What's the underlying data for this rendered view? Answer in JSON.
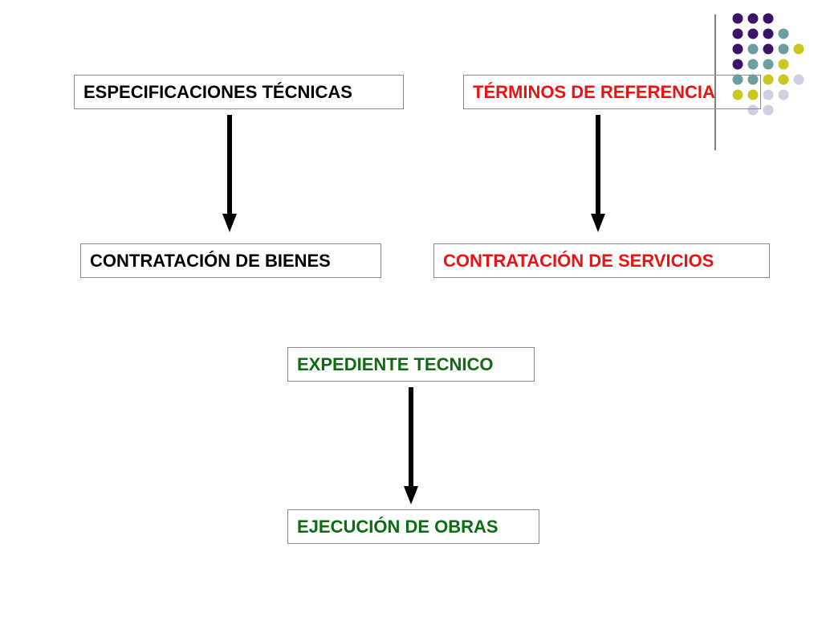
{
  "colors": {
    "black_text": "#000000",
    "red_text": "#ee1111",
    "green_text": "#0e6b12",
    "box_border": "#8a8a8a",
    "dot_purple": "#3a1466",
    "dot_teal": "#6b9ea0",
    "dot_yellow": "#c9c820",
    "dot_lavender": "#cfcfe4"
  },
  "boxes": {
    "especificaciones": "ESPECIFICACIONES TÉCNICAS",
    "terminos": "TÉRMINOS DE REFERENCIA",
    "contratacion_bienes": "CONTRATACIÓN DE BIENES",
    "contratacion_servicios": "CONTRATACIÓN DE SERVICIOS",
    "expediente": "EXPEDIENTE TECNICO",
    "ejecucion": "EJECUCIÓN DE OBRAS"
  },
  "decoration": {
    "dot_rows": [
      [
        "purple",
        "purple",
        "purple"
      ],
      [
        "purple",
        "purple",
        "purple",
        "teal"
      ],
      [
        "purple",
        "teal",
        "purple",
        "teal",
        "yellow"
      ],
      [
        "purple",
        "teal",
        "teal",
        "yellow"
      ],
      [
        "teal",
        "teal",
        "yellow",
        "yellow",
        "lavender"
      ],
      [
        "yellow",
        "yellow",
        "lavender",
        "lavender"
      ],
      [
        "lavender",
        "lavender"
      ]
    ]
  }
}
